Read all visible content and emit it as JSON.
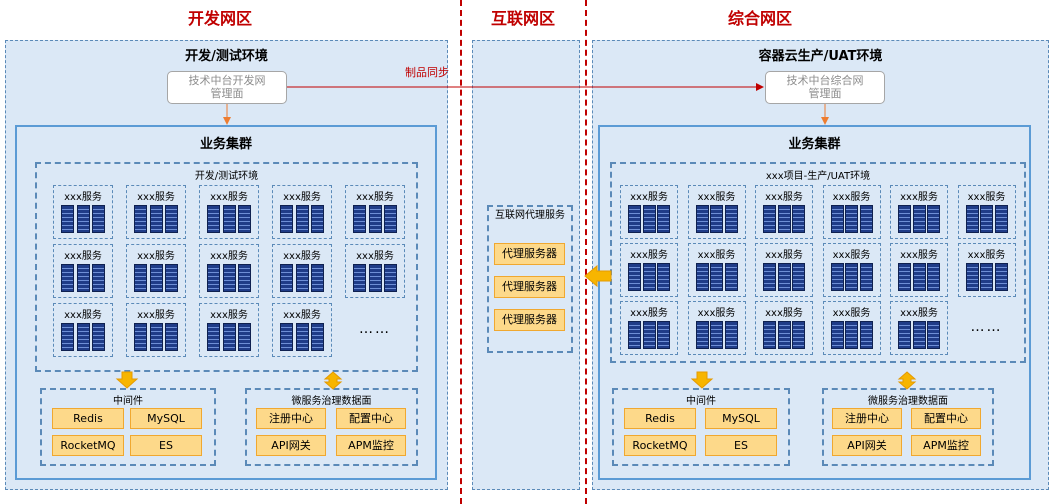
{
  "zones": {
    "dev": "开发网区",
    "internet": "互联网区",
    "integrated": "综合网区"
  },
  "sync_label": "制品同步",
  "left": {
    "env_title": "开发/测试环境",
    "mgmt": "技术中台开发网\n管理面",
    "cluster_title": "业务集群",
    "inner_title": "开发/测试环境",
    "service_label": "xxx服务",
    "ellipsis": "……",
    "middleware_title": "中间件",
    "middleware": [
      "Redis",
      "MySQL",
      "RocketMQ",
      "ES"
    ],
    "governance_title": "微服务治理数据面",
    "governance": [
      "注册中心",
      "配置中心",
      "API网关",
      "APM监控"
    ]
  },
  "center": {
    "proxy_title": "互联网代理服务",
    "proxies": [
      "代理服务器",
      "代理服务器",
      "代理服务器"
    ]
  },
  "right": {
    "env_title": "容器云生产/UAT环境",
    "mgmt": "技术中台综合网\n管理面",
    "cluster_title": "业务集群",
    "inner_title": "xxx项目-生产/UAT环境",
    "service_label": "xxx服务",
    "ellipsis": "……",
    "middleware_title": "中间件",
    "middleware": [
      "Redis",
      "MySQL",
      "RocketMQ",
      "ES"
    ],
    "governance_title": "微服务治理数据面",
    "governance": [
      "注册中心",
      "配置中心",
      "API网关",
      "APM监控"
    ]
  },
  "colors": {
    "zone_divider": "#c00000",
    "accent_orange": "#f0a830",
    "cluster_border": "#5b9bd5"
  }
}
